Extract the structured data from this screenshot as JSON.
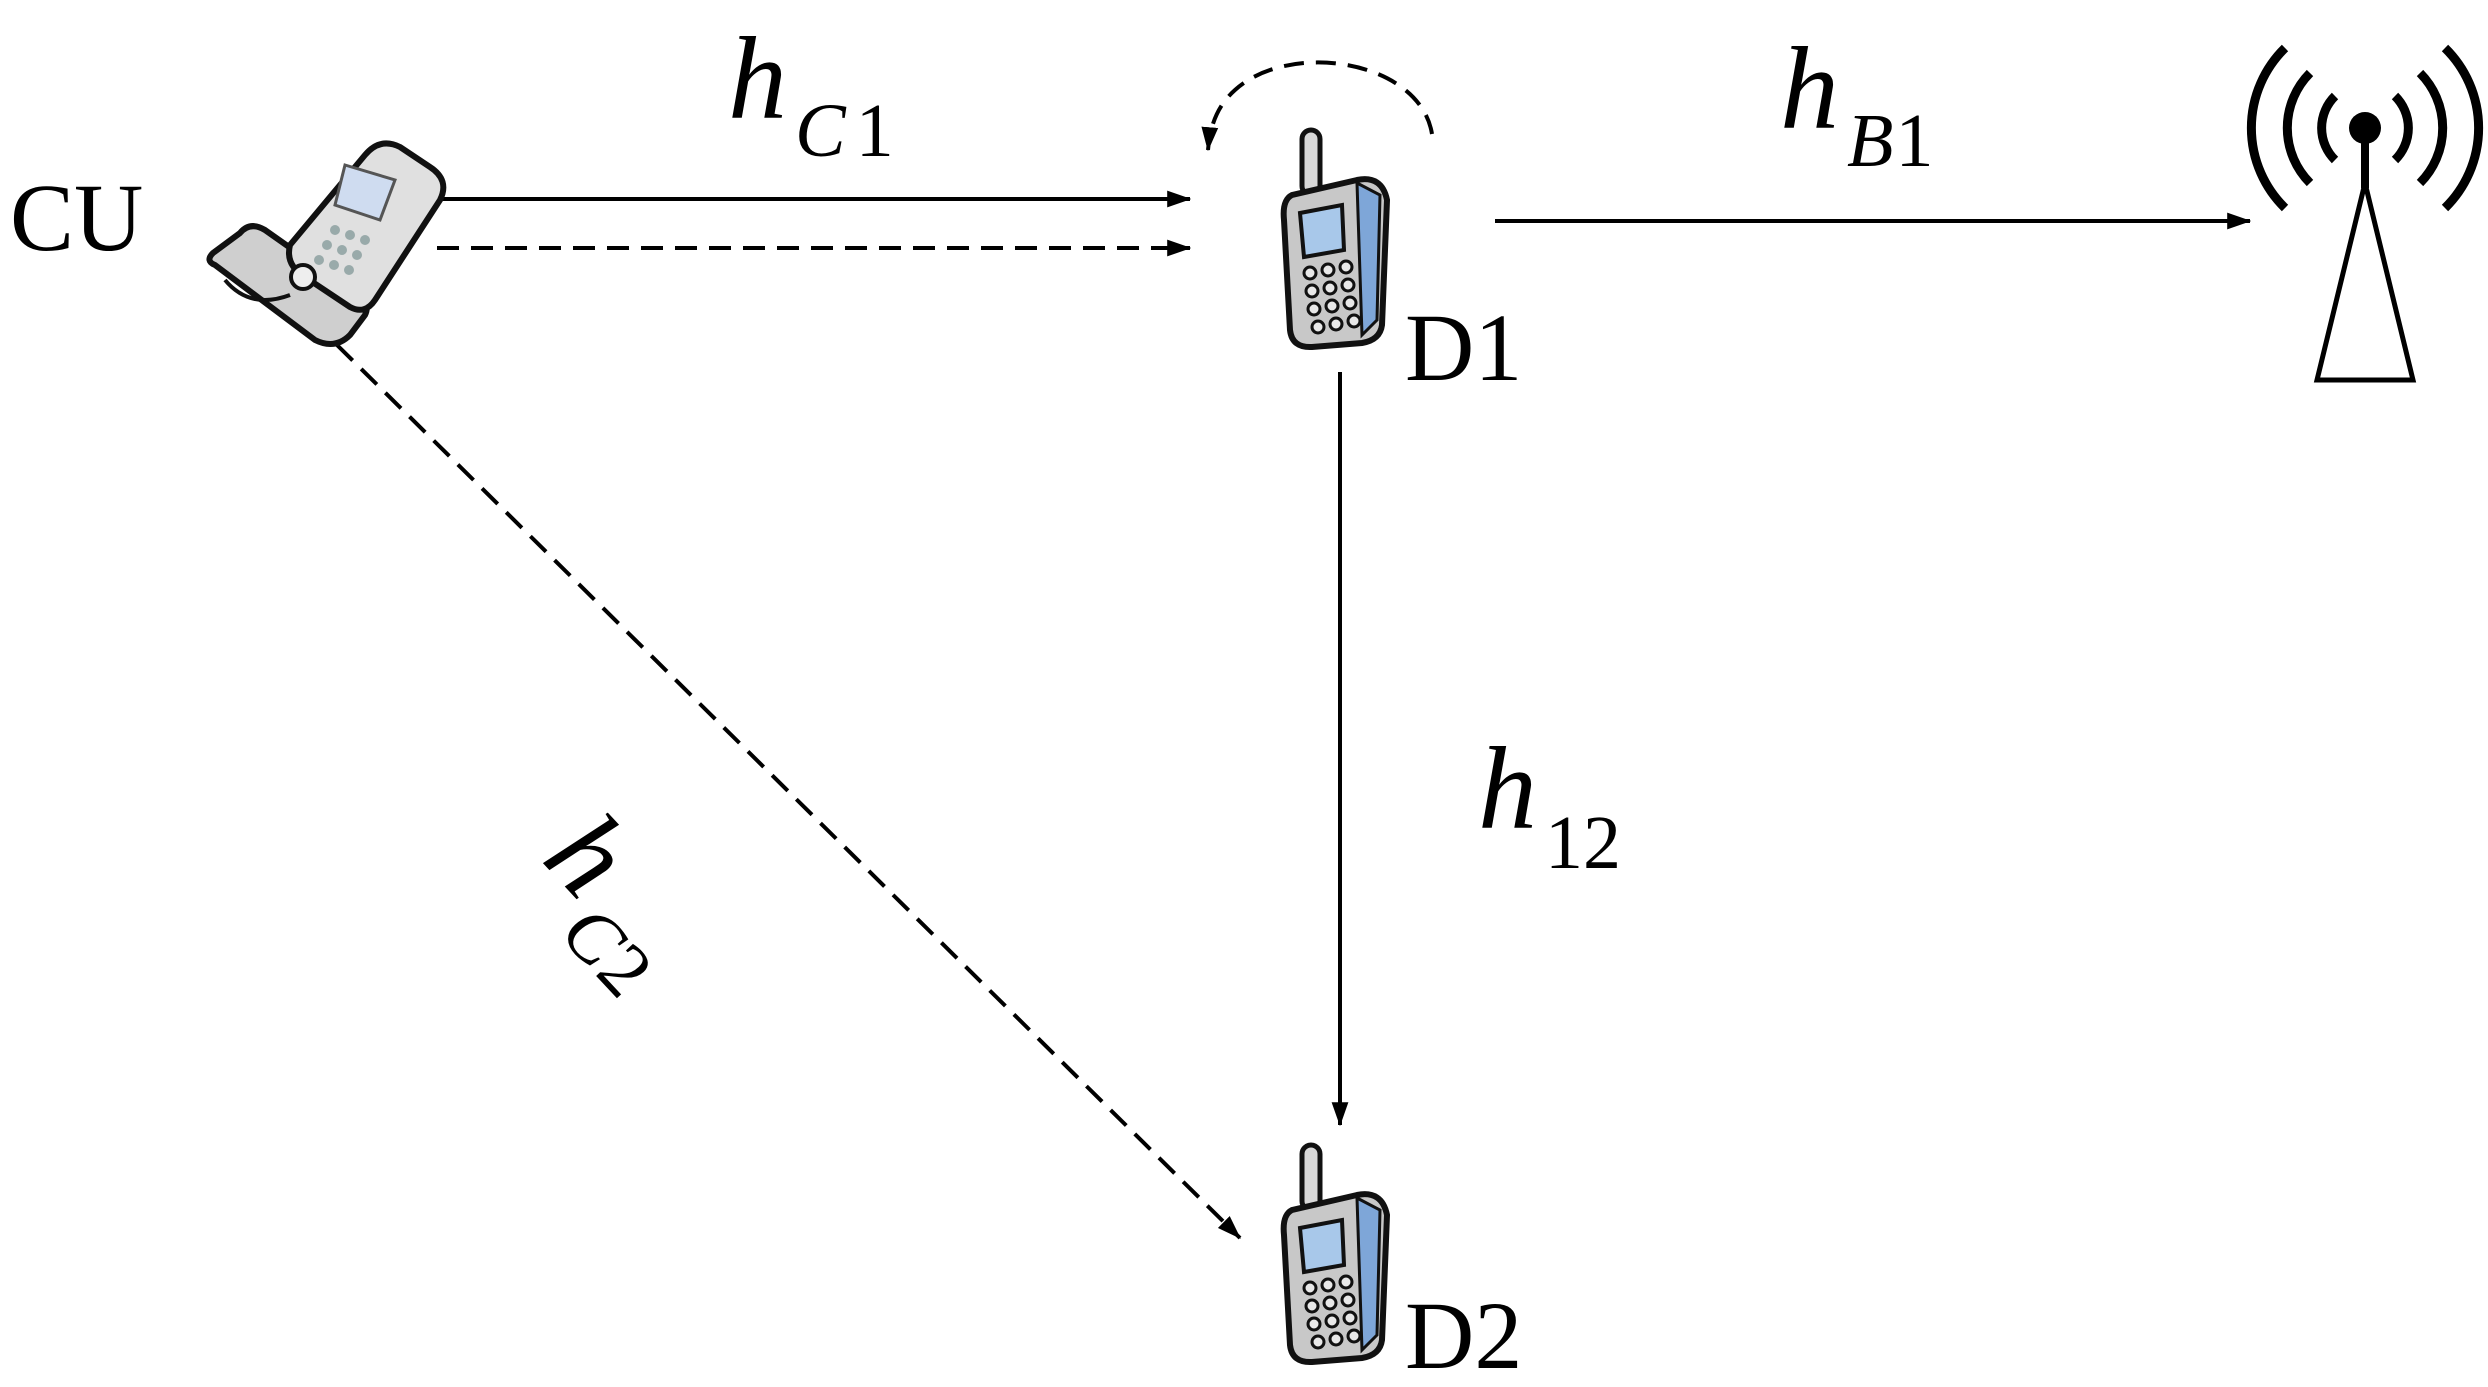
{
  "nodes": {
    "cu": {
      "label": "CU",
      "icon": "flip-phone-icon"
    },
    "d1": {
      "label": "D1",
      "icon": "mobile-phone-icon"
    },
    "d2": {
      "label": "D2",
      "icon": "mobile-phone-icon"
    },
    "bs": {
      "icon": "base-station-tower-icon"
    }
  },
  "channels": {
    "hc1": {
      "symbol": "h",
      "sub_letter": "C",
      "sub_digit": "1"
    },
    "hb1": {
      "symbol": "h",
      "sub_letter": "B",
      "sub_digit": "1"
    },
    "h12": {
      "symbol": "h",
      "sub_digit": "12"
    },
    "hc2": {
      "symbol": "h",
      "sub_letter": "C",
      "sub_digit": "2"
    }
  },
  "links": [
    {
      "from": "CU",
      "to": "D1",
      "style": "solid"
    },
    {
      "from": "CU",
      "to": "D1",
      "style": "dashed"
    },
    {
      "from": "D1",
      "to": "D1",
      "style": "dashed",
      "kind": "self-loop"
    },
    {
      "from": "D1",
      "to": "BS",
      "style": "solid"
    },
    {
      "from": "D1",
      "to": "D2",
      "style": "solid"
    },
    {
      "from": "CU",
      "to": "D2",
      "style": "dashed"
    }
  ],
  "colors": {
    "line": "#000000",
    "phone_body": "#c8c8c8",
    "phone_screen": "#a8c8ea",
    "phone_side": "#7ea6d8"
  }
}
